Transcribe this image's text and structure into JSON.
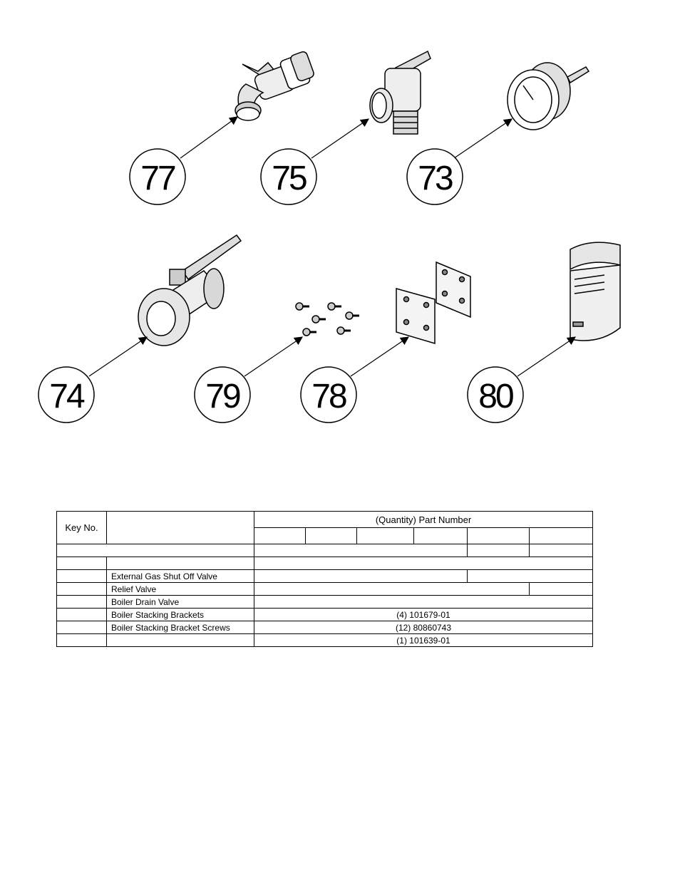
{
  "callouts": [
    {
      "id": "77",
      "label": "77"
    },
    {
      "id": "75",
      "label": "75"
    },
    {
      "id": "73",
      "label": "73"
    },
    {
      "id": "74",
      "label": "74"
    },
    {
      "id": "79",
      "label": "79"
    },
    {
      "id": "78",
      "label": "78"
    },
    {
      "id": "80",
      "label": "80"
    }
  ],
  "table": {
    "key_header": "Key No.",
    "part_number_header": "(Quantity) Part Number",
    "rows": [
      {
        "key": "",
        "description": "",
        "part": ""
      },
      {
        "key": "",
        "description": "External Gas Shut Off Valve",
        "part": ""
      },
      {
        "key": "",
        "description": "Relief Valve",
        "part": ""
      },
      {
        "key": "",
        "description": "Boiler Drain Valve",
        "part": ""
      },
      {
        "key": "",
        "description": "Boiler Stacking Brackets",
        "part": "(4) 101679-01"
      },
      {
        "key": "",
        "description": "Boiler Stacking Bracket Screws",
        "part": "(12) 80860743"
      },
      {
        "key": "",
        "description": "",
        "part": "(1) 101639-01"
      }
    ]
  }
}
